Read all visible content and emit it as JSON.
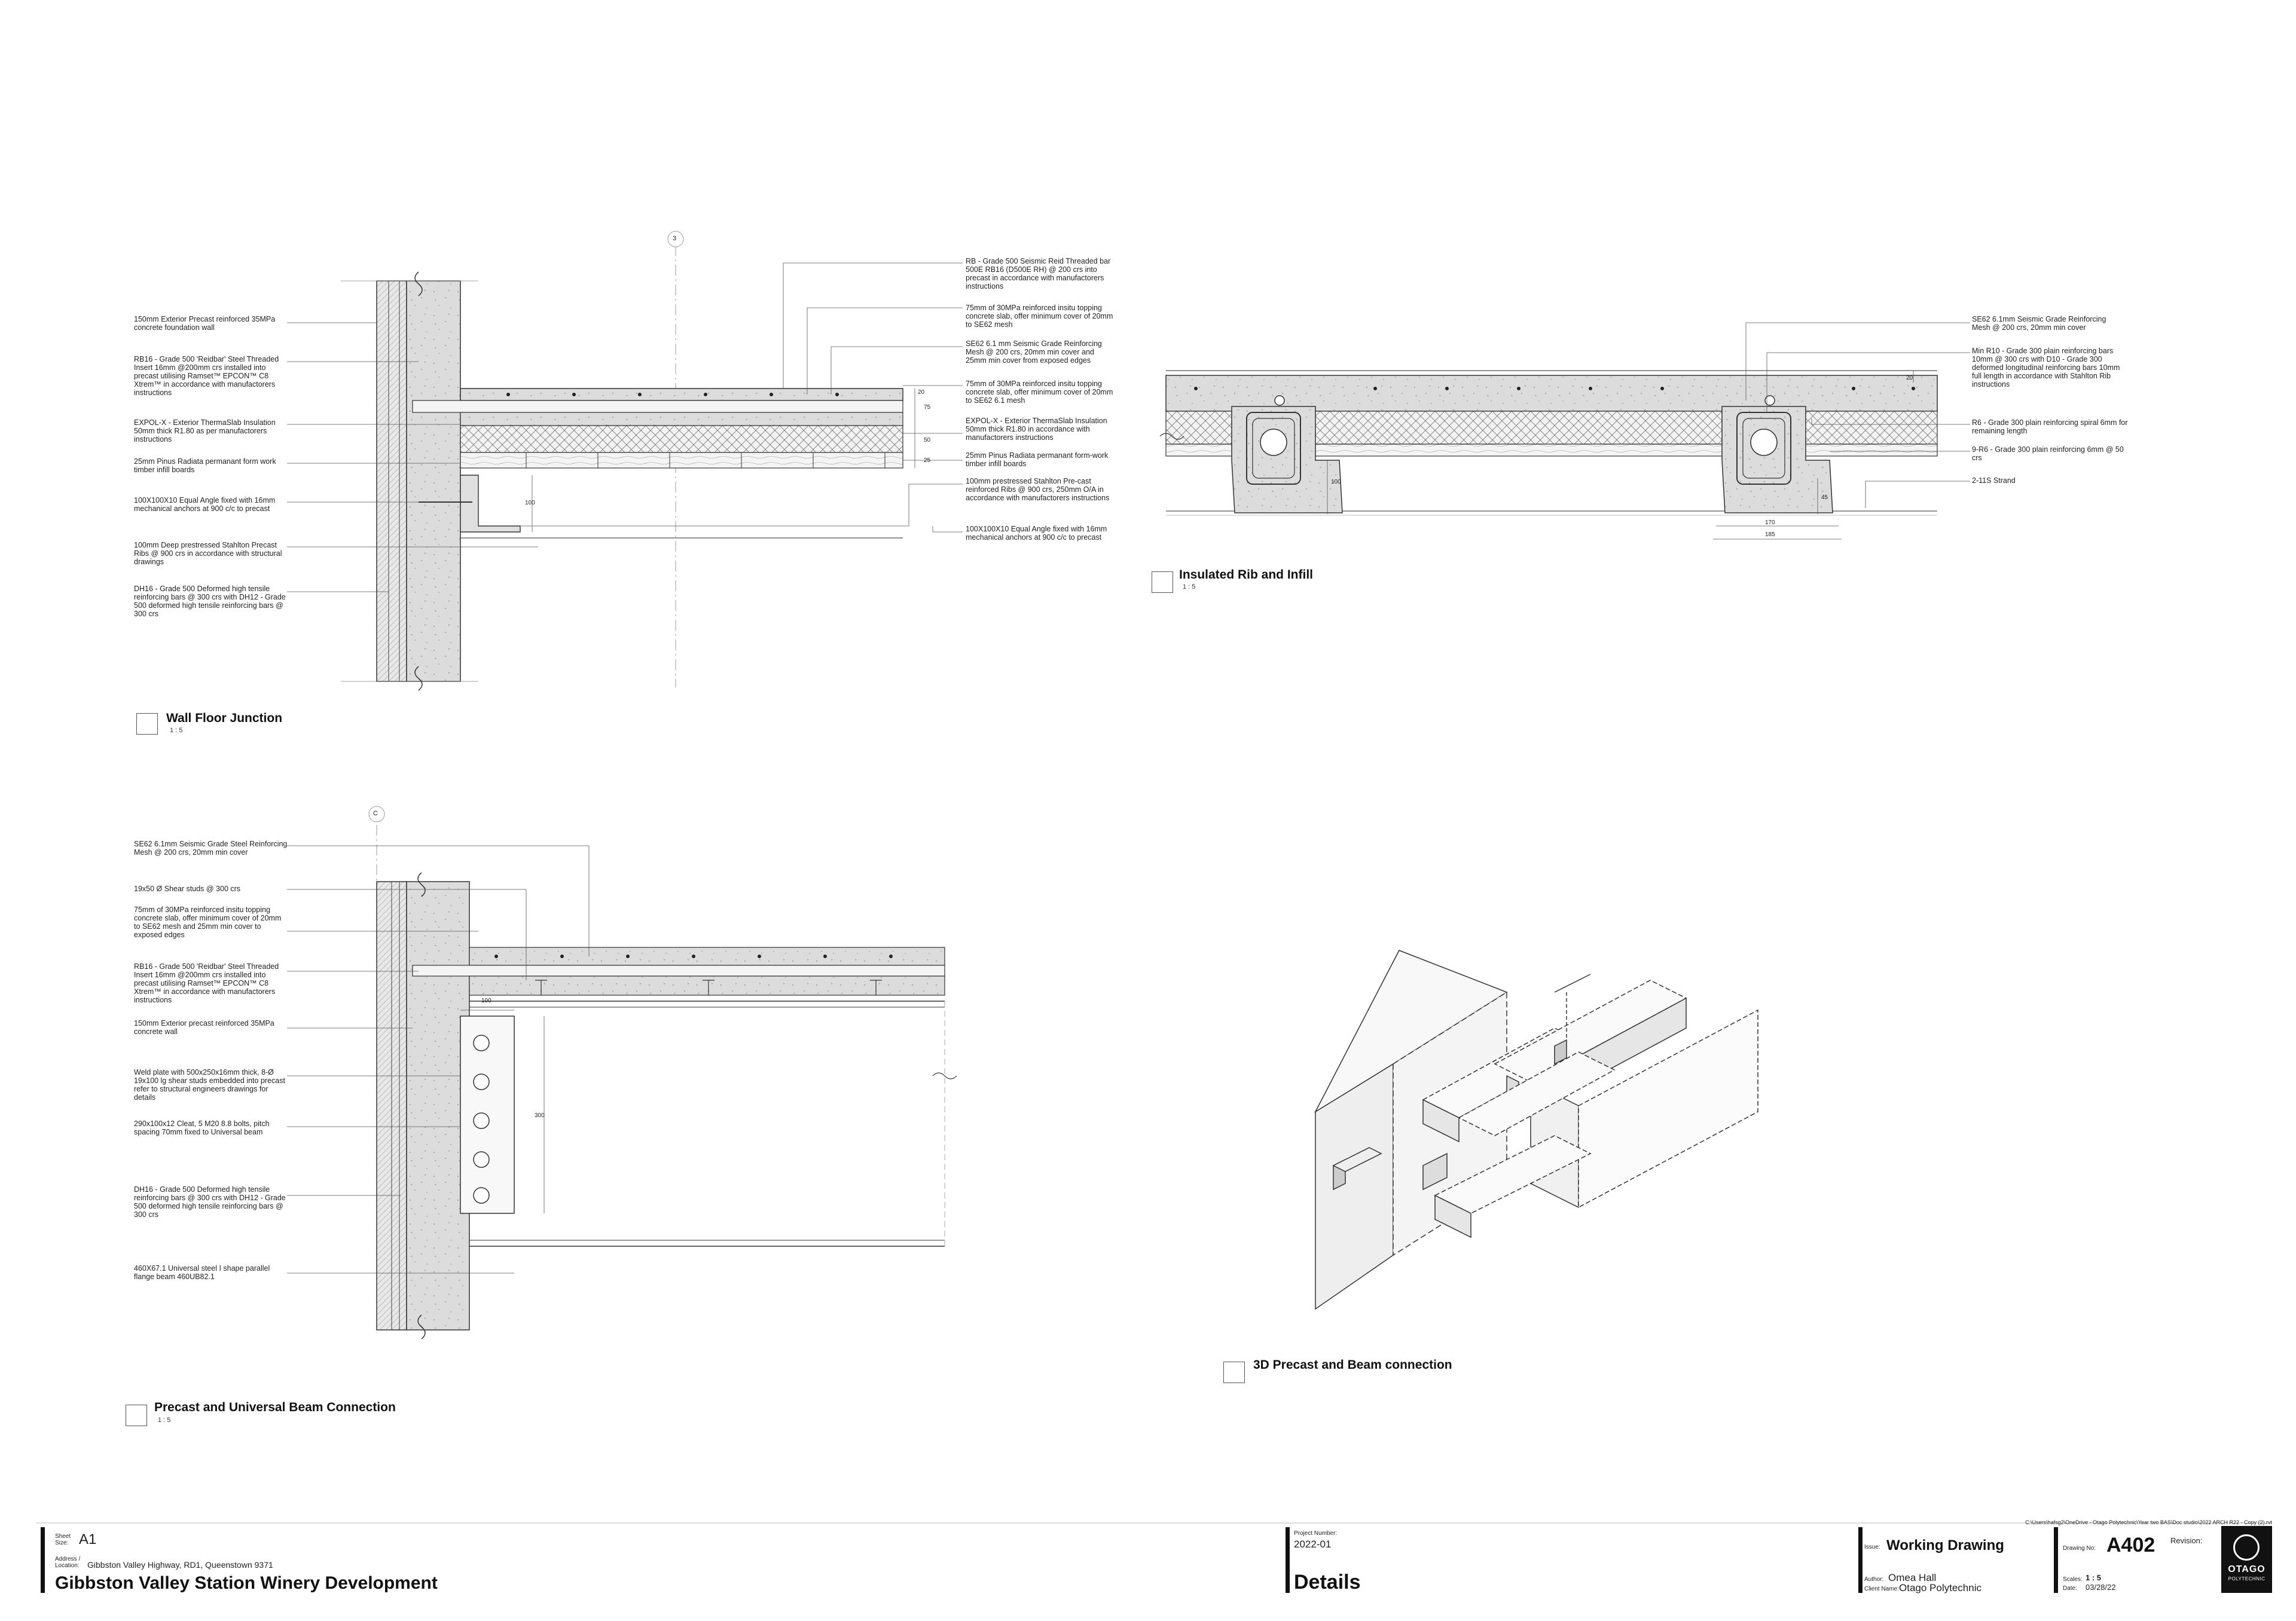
{
  "details": {
    "wall_floor": {
      "title": "Wall Floor Junction",
      "scale": "1 : 5",
      "grid_marker": "3",
      "notes": [
        "150mm Exterior Precast reinforced 35MPa concrete foundation wall",
        "RB16 - Grade 500 'Reidbar' Steel Threaded Insert 16mm @200mm crs installed into precast utilising Ramset™ EPCON™ C8 Xtrem™ in accordance with manufactorers instructions",
        "EXPOL-X - Exterior ThermaSlab Insulation 50mm thick R1.80 as per manufactorers instructions",
        "25mm Pinus Radiata permanant form work timber infill boards",
        "100X100X10 Equal Angle fixed with 16mm mechanical anchors at 900 c/c to precast",
        "100mm Deep prestressed Stahlton Precast Ribs @ 900 crs in accordance with structural drawings",
        "DH16 - Grade 500 Deformed high tensile reinforcing bars @ 300 crs with DH12 - Grade 500 deformed high tensile reinforcing bars @ 300 crs"
      ],
      "right_notes": [
        "RB - Grade 500 Seismic Reid Threaded bar 500E RB16 (D500E RH) @ 200 crs into precast in accordance with manufactorers instructions",
        "75mm of 30MPa reinforced insitu topping concrete slab, offer minimum cover of 20mm to SE62 mesh",
        "SE62 6.1 mm Seismic Grade Reinforcing Mesh @ 200 crs, 20mm min cover and 25mm min cover from exposed edges",
        "75mm of 30MPa reinforced insitu topping concrete slab, offer minimum cover of 20mm to SE62 6.1 mesh",
        "EXPOL-X - Exterior ThermaSlab Insulation 50mm thick R1.80 in accordance with manufactorers instructions",
        "25mm Pinus Radiata permanant form-work timber infill boards",
        "100mm prestressed Stahlton Pre-cast reinforced Ribs @ 900 crs, 250mm O/A in accordance with manufactorers instructions",
        "100X100X10 Equal Angle fixed with 16mm mechanical anchors at 900 c/c to precast"
      ],
      "dims": [
        "20",
        "75",
        "50",
        "25",
        "100"
      ]
    },
    "insulated_rib": {
      "title": "Insulated Rib and Infill",
      "scale": "1 : 5",
      "notes": [
        "SE62 6.1mm Seismic Grade Reinforcing Mesh @ 200 crs, 20mm min cover",
        "Min R10 - Grade 300 plain reinforcing bars 10mm @ 300 crs with D10 - Grade 300 deformed longitudinal reinforcing bars 10mm full length in accordance with Stahlton Rib instructions",
        "R6 - Grade 300 plain reinforcing spiral 6mm for remaining length",
        "9-R6 - Grade 300 plain reinforcing 6mm @ 50 crs",
        "2-11S Strand"
      ],
      "dims": [
        "20",
        "100",
        "45",
        "170",
        "185"
      ]
    },
    "beam_connection": {
      "title": "Precast and Universal Beam Connection",
      "scale": "1 : 5",
      "grid_marker": "C",
      "notes": [
        "SE62 6.1mm Seismic Grade Steel Reinforcing Mesh @ 200 crs, 20mm min cover",
        "19x50 Ø Shear studs @ 300 crs",
        "75mm of 30MPa reinforced insitu topping concrete slab, offer minimum cover of 20mm to SE62 mesh and 25mm min cover to exposed edges",
        "RB16 - Grade 500 'Reidbar' Steel Threaded Insert 16mm @200mm crs installed into precast utilising Ramset™ EPCON™ C8 Xtrem™ in accordance with manufactorers instructions",
        "150mm Exterior precast reinforced 35MPa concrete wall",
        "Weld plate with 500x250x16mm thick, 8-Ø 19x100 lg shear studs embedded into precast refer to structural engineers drawings for details",
        "290x100x12 Cleat, 5 M20 8.8 bolts, pitch spacing 70mm fixed to Universal beam",
        "DH16 - Grade 500 Deformed high tensile reinforcing bars @ 300 crs with DH12 - Grade 500 deformed high tensile reinforcing bars @ 300 crs",
        "460X67.1 Universal steel I shape parallel flange beam 460UB82.1"
      ],
      "dims": [
        "100",
        "300"
      ]
    },
    "three_d": {
      "title": "3D Precast and Beam connection"
    }
  },
  "title_block": {
    "sheet_label": "Sheet Size:",
    "sheet_size": "A1",
    "address_label": "Address / Location:",
    "address": "Gibbston Valley Highway, RD1, Queenstown 9371",
    "project_title": "Gibbston Valley Station Winery Development",
    "project_number_label": "Project Number:",
    "project_number": "2022-01",
    "sheet_title": "Details",
    "file_path": "C:\\Users\\hafsg2\\OneDrive - Otago Polytechnic\\Year two BAS\\Doc studio\\2022 ARCH R22 - Copy (2).rvt",
    "issue_label": "Issue:",
    "issue": "Working Drawing",
    "author_label": "Author:",
    "author": "Omea Hall",
    "client_label": "Client Name:",
    "client": "Otago Polytechnic",
    "drawing_no_label": "Drawing No:",
    "drawing_no": "A402",
    "revision_label": "Revision:",
    "scales_label": "Scales:",
    "scales": "1 : 5",
    "date_label": "Date:",
    "date": "03/28/22",
    "logo_text": "OTAGO",
    "logo_sub": "POLYTECHNIC"
  }
}
